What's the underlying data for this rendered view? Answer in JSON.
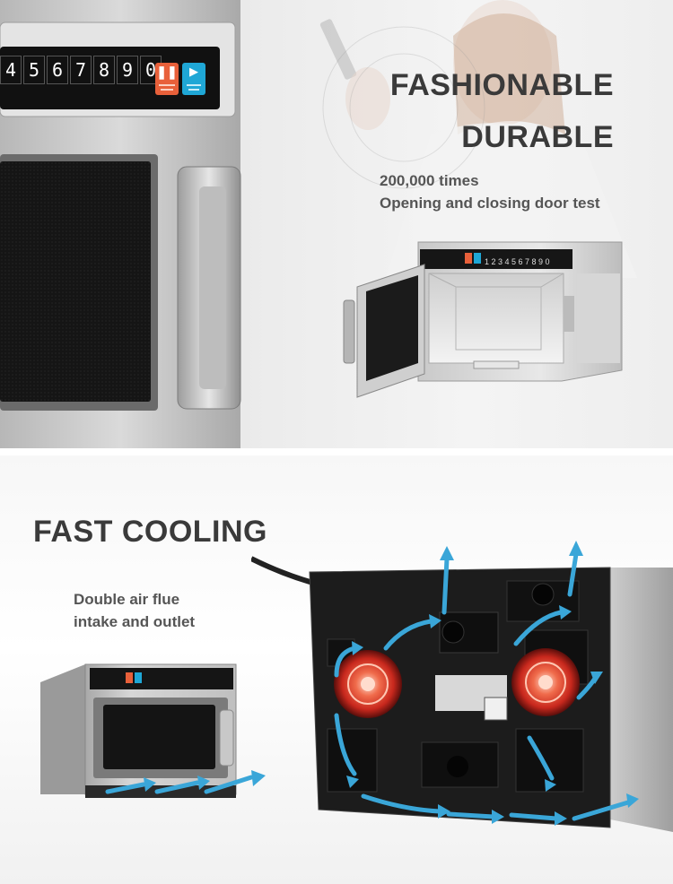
{
  "top_section": {
    "headline_1": "FASHIONABLE",
    "headline_2": "DURABLE",
    "detail_line_1": "200,000 times",
    "detail_line_2": "Opening and closing door test",
    "keypad_digits": [
      "4",
      "5",
      "6",
      "7",
      "8",
      "9",
      "0"
    ],
    "keypad_digits_small": [
      "1",
      "2",
      "3",
      "4",
      "5",
      "6",
      "7",
      "8",
      "9",
      "0"
    ],
    "pause_icon": "pause-icon",
    "start_icon": "play-icon",
    "colors": {
      "pause_button": "#e8603a",
      "start_button": "#1fa7d6",
      "text": "#3a3a3a"
    }
  },
  "bottom_section": {
    "headline": "FAST COOLING",
    "detail_line_1": "Double air flue",
    "detail_line_2": "intake and outlet",
    "fan_icon": "fan-icon",
    "airflow_icon": "airflow-arrow-icon",
    "colors": {
      "airflow": "#3aa6d8",
      "fan_glow": "#e8442a",
      "back_panel": "#1c1c1c"
    }
  }
}
